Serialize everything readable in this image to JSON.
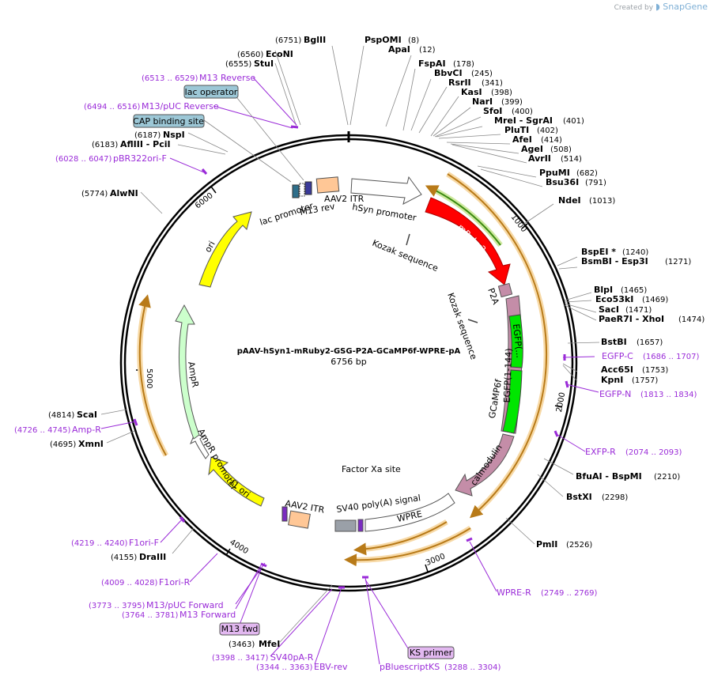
{
  "credit": {
    "prefix": "Created by",
    "brand": "SnapGene"
  },
  "plasmid": {
    "name": "pAAV-hSyn1-mRuby2-GSG-P2A-GCaMP6f-WPRE-pA",
    "size_label": "6756 bp",
    "length": 6756
  },
  "ticks": [
    "1000",
    "2000",
    "3000",
    "4000",
    "5000",
    "6000"
  ],
  "sites": [
    {
      "name": "BglII",
      "pos": "(6751)"
    },
    {
      "name": "PspOMI",
      "pos": "(8)"
    },
    {
      "name": "ApaI",
      "pos": "(12)"
    },
    {
      "name": "FspAI",
      "pos": "(178)"
    },
    {
      "name": "BbvCI",
      "pos": "(245)"
    },
    {
      "name": "RsrII",
      "pos": "(341)"
    },
    {
      "name": "KasI",
      "pos": "(398)"
    },
    {
      "name": "NarI",
      "pos": "(399)"
    },
    {
      "name": "SfoI",
      "pos": "(400)"
    },
    {
      "name": "MreI  - SgrAI",
      "pos": "(401)"
    },
    {
      "name": "PluTI",
      "pos": "(402)"
    },
    {
      "name": "AfeI",
      "pos": "(414)"
    },
    {
      "name": "AgeI",
      "pos": "(508)"
    },
    {
      "name": "AvrII",
      "pos": "(514)"
    },
    {
      "name": "PpuMI",
      "pos": "(682)"
    },
    {
      "name": "Bsu36I",
      "pos": "(791)"
    },
    {
      "name": "NdeI",
      "pos": "(1013)"
    },
    {
      "name": "BspEI *",
      "pos": "(1240)"
    },
    {
      "name": "BsmBI  - Esp3I",
      "pos": "(1271)"
    },
    {
      "name": "BlpI",
      "pos": "(1465)"
    },
    {
      "name": "Eco53kI",
      "pos": "(1469)"
    },
    {
      "name": "SacI",
      "pos": "(1471)"
    },
    {
      "name": "PaeR7I  - XhoI",
      "pos": "(1474)"
    },
    {
      "name": "BstBI",
      "pos": "(1657)"
    },
    {
      "name": "Acc65I",
      "pos": "(1753)"
    },
    {
      "name": "KpnI",
      "pos": "(1757)"
    },
    {
      "name": "BfuAI  - BspMI",
      "pos": "(2210)"
    },
    {
      "name": "BstXI",
      "pos": "(2298)"
    },
    {
      "name": "PmlI",
      "pos": "(2526)"
    },
    {
      "name": "MfeI",
      "pos": "(3463)"
    },
    {
      "name": "DraIII",
      "pos": "(4155)"
    },
    {
      "name": "XmnI",
      "pos": "(4695)"
    },
    {
      "name": "ScaI",
      "pos": "(4814)"
    },
    {
      "name": "AlwNI",
      "pos": "(5774)"
    },
    {
      "name": "AflIII  - PciI",
      "pos": "(6183)"
    },
    {
      "name": "NspI",
      "pos": "(6187)"
    },
    {
      "name": "StuI",
      "pos": "(6555)"
    },
    {
      "name": "EcoNI",
      "pos": "(6560)"
    }
  ],
  "primers": [
    {
      "name": "EGFP-C",
      "pos": "(1686 .. 1707)"
    },
    {
      "name": "EGFP-N",
      "pos": "(1813 .. 1834)"
    },
    {
      "name": "EXFP-R",
      "pos": "(2074 .. 2093)"
    },
    {
      "name": "WPRE-R",
      "pos": "(2749 .. 2769)"
    },
    {
      "name": "pBluescriptKS",
      "pos": "(3288 .. 3304)"
    },
    {
      "name": "EBV-rev",
      "pos": "(3344 .. 3363)"
    },
    {
      "name": "SV40pA-R",
      "pos": "(3398 .. 3417)"
    },
    {
      "name": "M13 Forward",
      "pos": "(3764 .. 3781)"
    },
    {
      "name": "M13/pUC Forward",
      "pos": "(3773 .. 3795)"
    },
    {
      "name": "F1ori-R",
      "pos": "(4009 .. 4028)"
    },
    {
      "name": "F1ori-F",
      "pos": "(4219 .. 4240)"
    },
    {
      "name": "Amp-R",
      "pos": "(4726 .. 4745)"
    },
    {
      "name": "pBR322ori-F",
      "pos": "(6028 .. 6047)"
    },
    {
      "name": "M13/pUC Reverse",
      "pos": "(6494 .. 6516)"
    },
    {
      "name": "M13 Reverse",
      "pos": "(6513 .. 6529)"
    }
  ],
  "boxed_features": {
    "lac_operator": "lac operator",
    "cap_binding_site": "CAP binding site",
    "m13_fwd": "M13 fwd",
    "ks_primer": "KS primer"
  },
  "features": {
    "aav2_itr_top": "AAV2 ITR",
    "hsyn_promoter": "hSyn promoter",
    "mruby2": "mRuby2",
    "kozak_1": "Kozak sequence",
    "kozak_2": "Kozak sequence",
    "p2a": "P2A",
    "egfp_trunc": "EGFP(...",
    "egfp_1_144": "EGFP(1-144)",
    "gcamp6f": "GCaMP6f",
    "calmodulin": "calmodulin",
    "factor_xa": "Factor Xa site",
    "sv40_polya": "SV40 poly(A) signal",
    "wpre": "WPRE",
    "aav2_itr_bottom": "AAV2 ITR",
    "f1_ori": "f1 ori",
    "ampr_promoter": "AmpR promoter",
    "ampr": "AmpR",
    "ori": "ori",
    "lac_promoter": "lac promoter",
    "m13_rev": "M13 rev"
  },
  "colors": {
    "mruby2": "#ff0000",
    "egfp": "#00e600",
    "calmodulin": "#c48da8",
    "ori": "#ffff00",
    "f1_ori": "#ffff00",
    "ampr": "#ccffcc",
    "itr": "#ffc796",
    "primer": "#9a2bd8",
    "orf_arrow": "#b87a18",
    "orf_glow": "#f7d9a6",
    "box_blue": "#9cc7d6",
    "box_purple": "#e2b8f0"
  }
}
